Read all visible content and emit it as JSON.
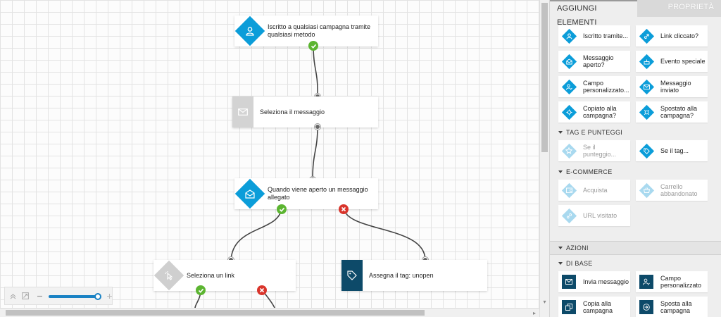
{
  "flow": {
    "nodes": [
      {
        "id": "n1",
        "label": "Iscritto a qualsiasi campagna tramite qualsiasi metodo",
        "icon": "user-icon",
        "style": "diamond"
      },
      {
        "id": "n2",
        "label": "Seleziona il messaggio",
        "icon": "envelope-icon",
        "style": "gray-square"
      },
      {
        "id": "n3",
        "label": "Quando viene aperto un messaggio allegato",
        "icon": "open-envelope-icon",
        "style": "diamond"
      },
      {
        "id": "n4",
        "label": "Seleziona un link",
        "icon": "cursor-click-icon",
        "style": "gray-diamond"
      },
      {
        "id": "n5",
        "label": "Assegna il tag: unopen",
        "icon": "tag-icon",
        "style": "navy-square"
      }
    ]
  },
  "zoom": {
    "level": 0.95
  },
  "panel": {
    "tabs": [
      {
        "label": "AGGIUNGI ELEMENTI",
        "active": true
      },
      {
        "label": "PROPRIETÀ",
        "active": false
      }
    ],
    "conditions": [
      {
        "label": "Iscritto tramite...",
        "icon": "user-icon"
      },
      {
        "label": "Link cliccato?",
        "icon": "link-icon"
      },
      {
        "label": "Messaggio aperto?",
        "icon": "open-envelope-icon"
      },
      {
        "label": "Evento speciale",
        "icon": "cake-icon"
      },
      {
        "label": "Campo personalizzato...",
        "icon": "user-edit-icon"
      },
      {
        "label": "Messaggio inviato",
        "icon": "envelope-icon"
      },
      {
        "label": "Copiato alla campagna?",
        "icon": "copy-gear-icon"
      },
      {
        "label": "Spostato alla campagna?",
        "icon": "move-gear-icon"
      }
    ],
    "tag_section": {
      "title": "TAG E PUNTEGGI",
      "items": [
        {
          "label": "Se il punteggio...",
          "icon": "star-icon",
          "disabled": true
        },
        {
          "label": "Se il tag...",
          "icon": "tag-icon",
          "disabled": false
        }
      ]
    },
    "ecommerce_section": {
      "title": "E-COMMERCE",
      "items": [
        {
          "label": "Acquista",
          "icon": "wallet-icon",
          "disabled": true
        },
        {
          "label": "Carrello abbandonato",
          "icon": "basket-icon",
          "disabled": true
        },
        {
          "label": "URL visitato",
          "icon": "link-icon",
          "disabled": true
        }
      ]
    },
    "azioni": {
      "title": "AZIONI",
      "subsection": "DI BASE",
      "items": [
        {
          "label": "Invia messaggio",
          "icon": "envelope-icon"
        },
        {
          "label": "Campo personalizzato",
          "icon": "user-edit-icon"
        },
        {
          "label": "Copia alla campagna",
          "icon": "copy-icon"
        },
        {
          "label": "Sposta alla campagna",
          "icon": "arrow-right-circle-icon"
        }
      ]
    }
  },
  "colors": {
    "accent": "#0b9dd9",
    "navy": "#0d4a69",
    "yes": "#5cb531",
    "no": "#d9342b",
    "connector": "#444444"
  }
}
